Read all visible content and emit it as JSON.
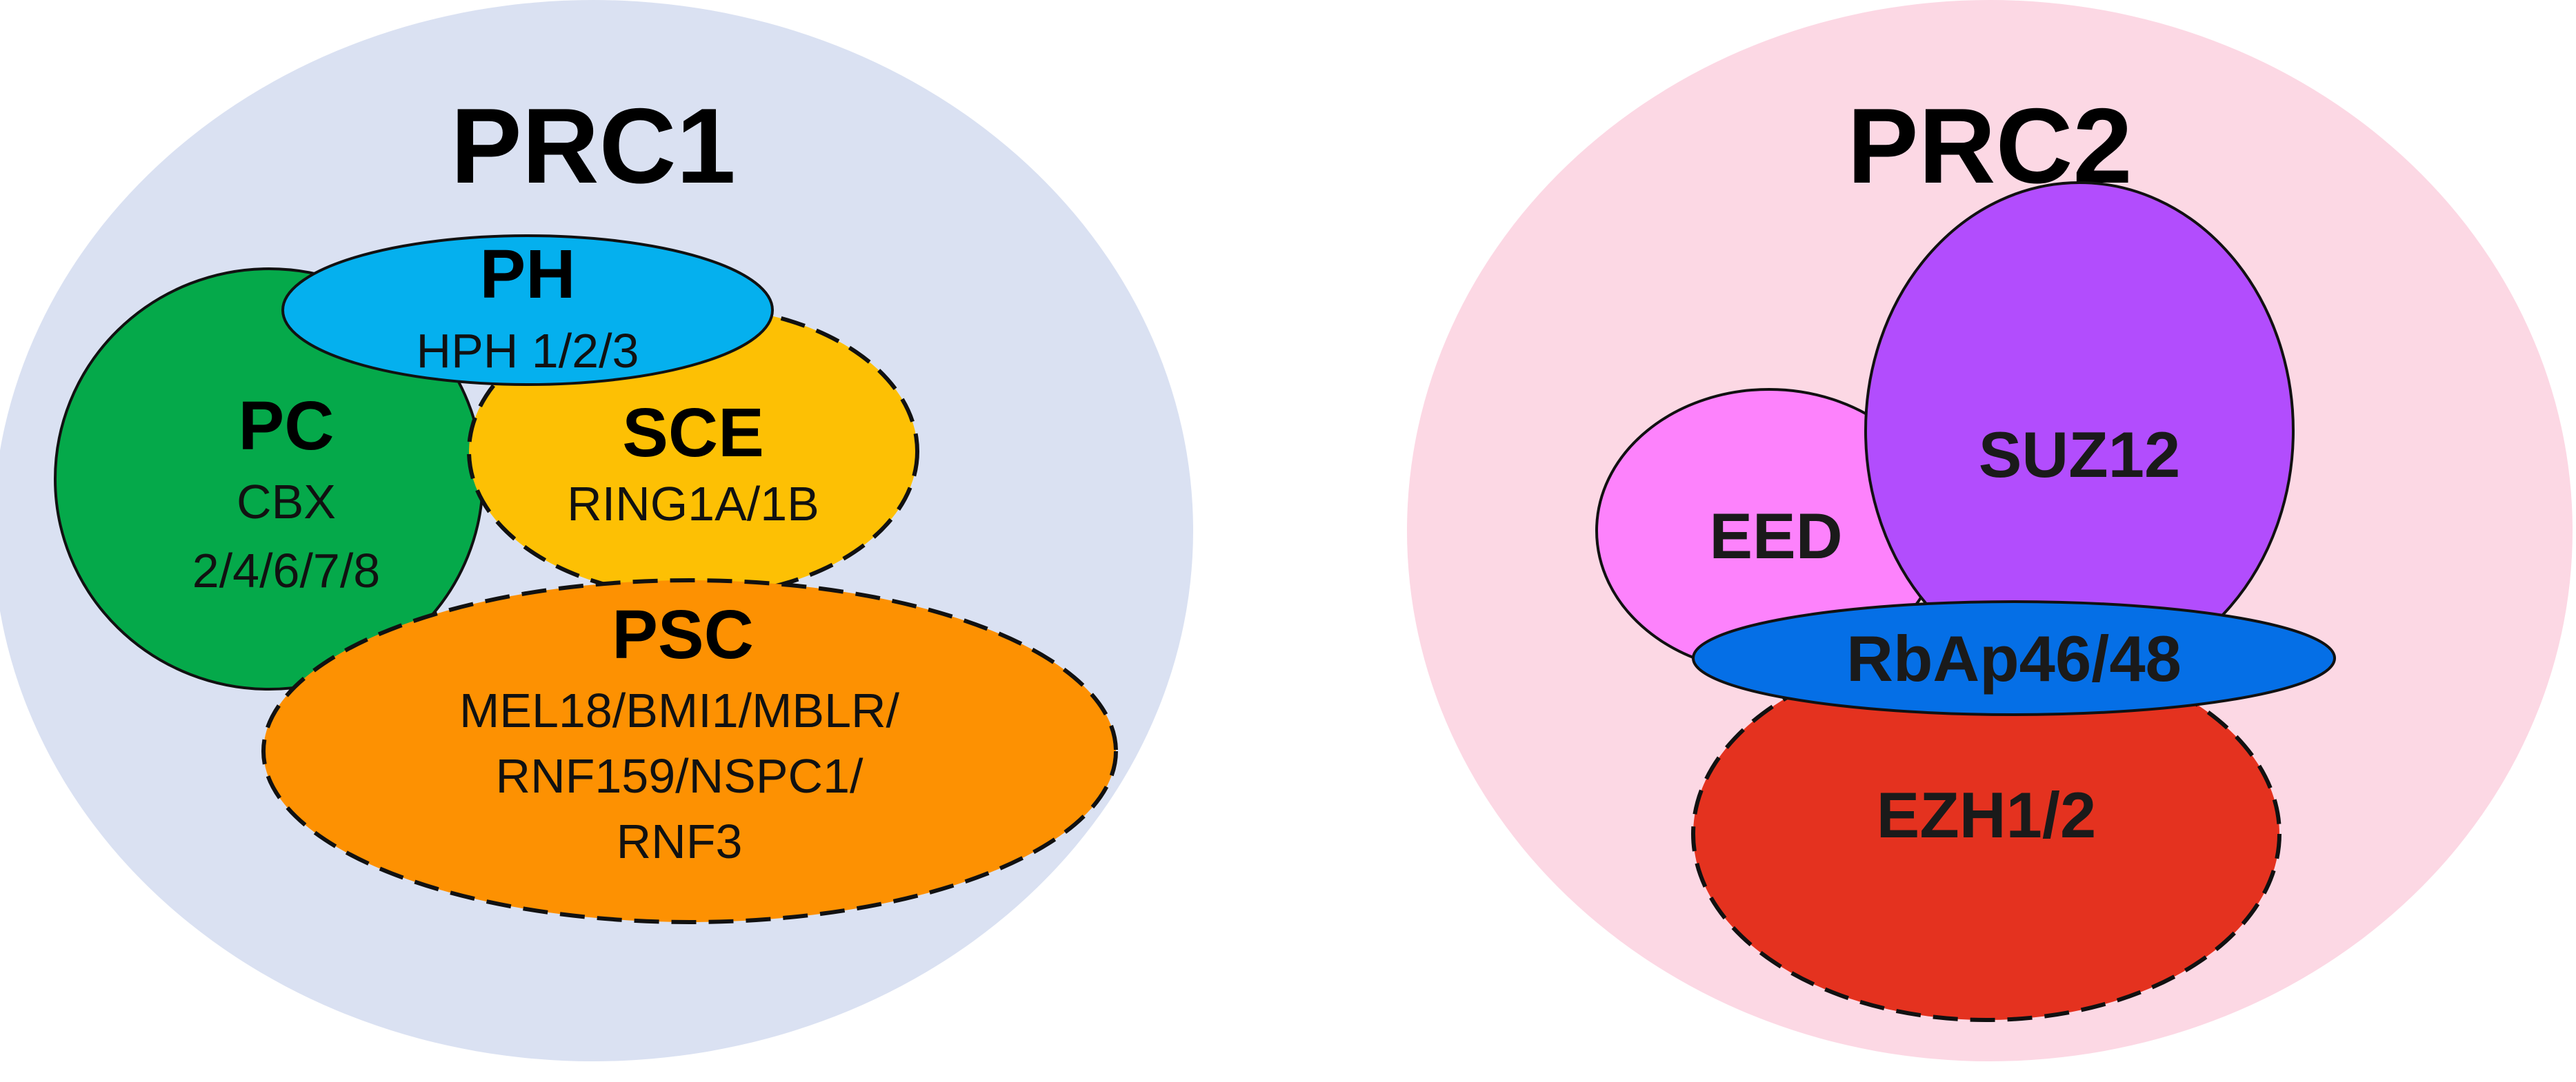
{
  "colors": {
    "prc1_background": "#dae1f2",
    "prc2_background": "#fcd8e4",
    "pc": "#05a94a",
    "ph": "#05b0ee",
    "sce": "#fdc004",
    "psc": "#fd9102",
    "eed": "#fd82fc",
    "suz12": "#b24dfd",
    "rbap": "#056fe6",
    "ezh": "#e4321f",
    "outline": "#111111"
  },
  "prc1": {
    "title": "PRC1",
    "pc": {
      "name": "PC",
      "line1": "CBX",
      "line2": "2/4/6/7/8"
    },
    "ph": {
      "name": "PH",
      "line1": "HPH 1/2/3"
    },
    "sce": {
      "name": "SCE",
      "line1": "RING1A/1B"
    },
    "psc": {
      "name": "PSC",
      "line1": "MEL18/BMI1/MBLR/",
      "line2": "RNF159/NSPC1/",
      "line3": "RNF3"
    }
  },
  "prc2": {
    "title": "PRC2",
    "eed": {
      "name": "EED"
    },
    "suz12": {
      "name": "SUZ12"
    },
    "rbap": {
      "name": "RbAp46/48"
    },
    "ezh": {
      "name": "EZH1/2"
    }
  }
}
